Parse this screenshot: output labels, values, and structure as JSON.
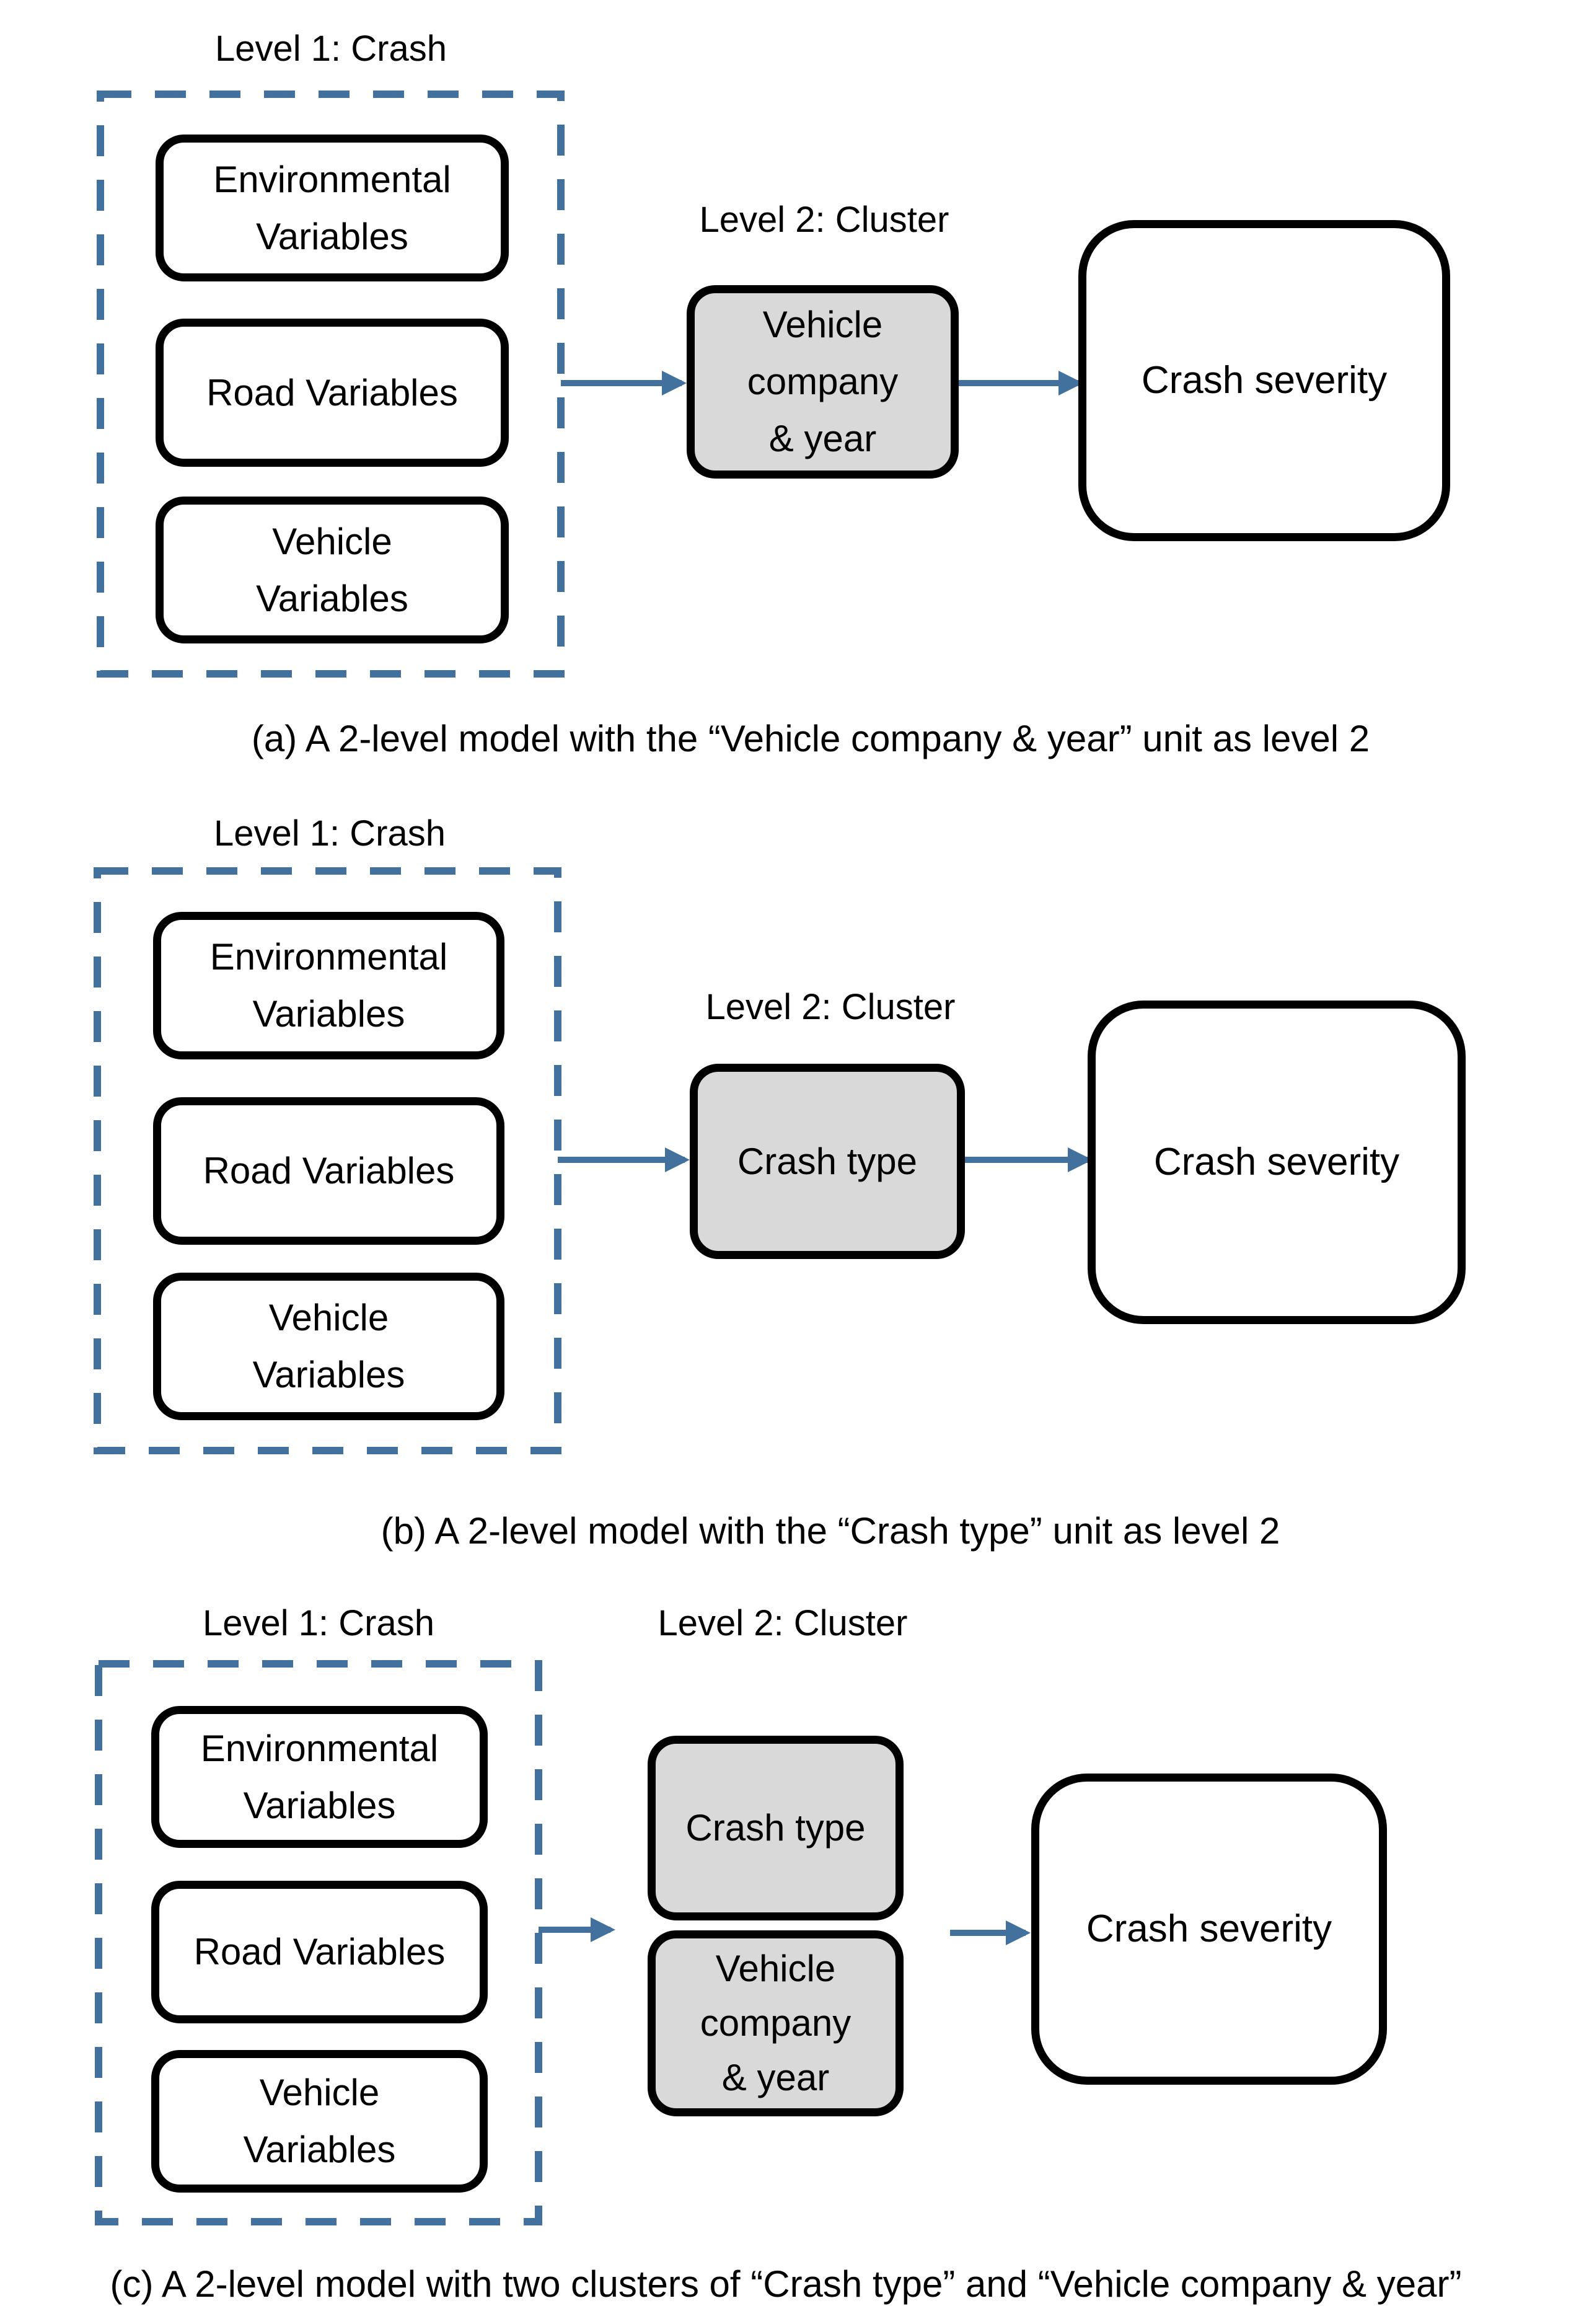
{
  "colors": {
    "accent": "#41719C",
    "cluster_fill": "#D9D9D9",
    "box_border": "#000000",
    "background": "#FFFFFF"
  },
  "panels": [
    {
      "id": "a",
      "level1_label": "Level 1: Crash",
      "level2_label": "Level 2: Cluster",
      "level1_boxes": [
        {
          "lines": [
            "Environmental",
            "Variables"
          ]
        },
        {
          "lines": [
            "Road Variables"
          ]
        },
        {
          "lines": [
            "Vehicle",
            "Variables"
          ]
        }
      ],
      "clusters": [
        {
          "lines": [
            "Vehicle",
            "company",
            "& year"
          ]
        }
      ],
      "outcome": "Crash severity",
      "caption": "(a) A 2-level model with the “Vehicle company & year” unit as level 2"
    },
    {
      "id": "b",
      "level1_label": "Level 1: Crash",
      "level2_label": "Level 2: Cluster",
      "level1_boxes": [
        {
          "lines": [
            "Environmental",
            "Variables"
          ]
        },
        {
          "lines": [
            "Road Variables"
          ]
        },
        {
          "lines": [
            "Vehicle",
            "Variables"
          ]
        }
      ],
      "clusters": [
        {
          "lines": [
            "Crash type"
          ]
        }
      ],
      "outcome": "Crash severity",
      "caption": "(b) A 2-level model with the “Crash type” unit as level 2"
    },
    {
      "id": "c",
      "level1_label": "Level 1: Crash",
      "level2_label": "Level 2: Cluster",
      "level1_boxes": [
        {
          "lines": [
            "Environmental",
            "Variables"
          ]
        },
        {
          "lines": [
            "Road Variables"
          ]
        },
        {
          "lines": [
            "Vehicle",
            "Variables"
          ]
        }
      ],
      "clusters": [
        {
          "lines": [
            "Crash type"
          ]
        },
        {
          "lines": [
            "Vehicle",
            "company",
            "& year"
          ]
        }
      ],
      "outcome": "Crash severity",
      "caption": "(c) A 2-level model with two clusters of “Crash type” and “Vehicle company & year”"
    }
  ]
}
